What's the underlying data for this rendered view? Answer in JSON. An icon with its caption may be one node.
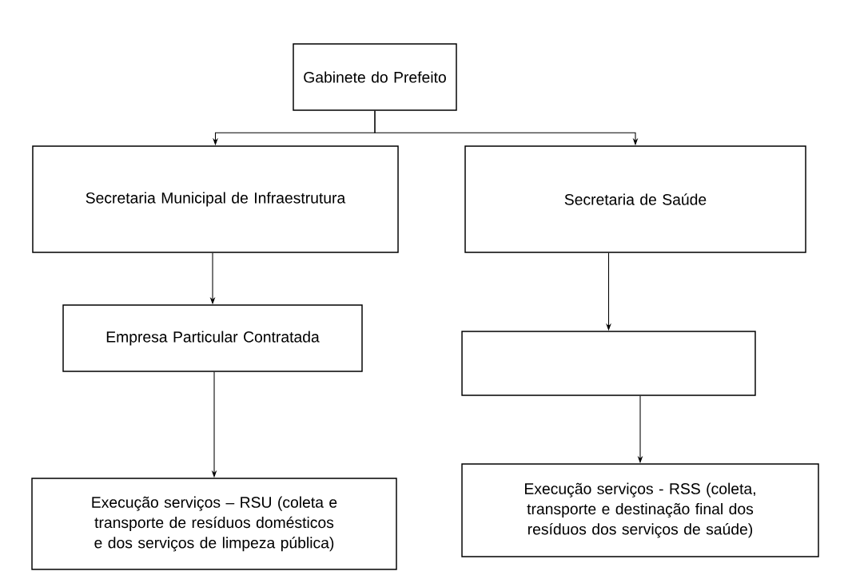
{
  "diagram": {
    "nodes": [
      {
        "text": [
          "Gabinete do Prefeito"
        ]
      },
      {
        "text": [
          "Secretaria Municipal de Infraestrutura"
        ]
      },
      {
        "text": [
          "Secretaria de Saúde"
        ]
      },
      {
        "text": [
          "Empresa Particular Contratada"
        ]
      },
      {
        "text": [],
        "shape": "box"
      },
      {
        "text": [
          "Execução serviços – RSU (coleta e transporte de resíduos domésticos e dos serviços de limpeza pública)"
        ]
      },
      {
        "text": [
          "Execução serviços - RSS (coleta, transporte e destinação final dos resíduos dos serviços de saúde)"
        ]
      }
    ],
    "edges": [
      {
        "from": 0,
        "to": 1,
        "arrow": "to"
      },
      {
        "from": 0,
        "to": 2,
        "arrow": "to"
      },
      {
        "from": 1,
        "to": 3,
        "arrow": "to"
      },
      {
        "from": 2,
        "to": 4,
        "arrow": "to"
      },
      {
        "from": 3,
        "to": 5,
        "arrow": "to"
      },
      {
        "from": 4,
        "to": 6,
        "arrow": "to"
      }
    ]
  }
}
